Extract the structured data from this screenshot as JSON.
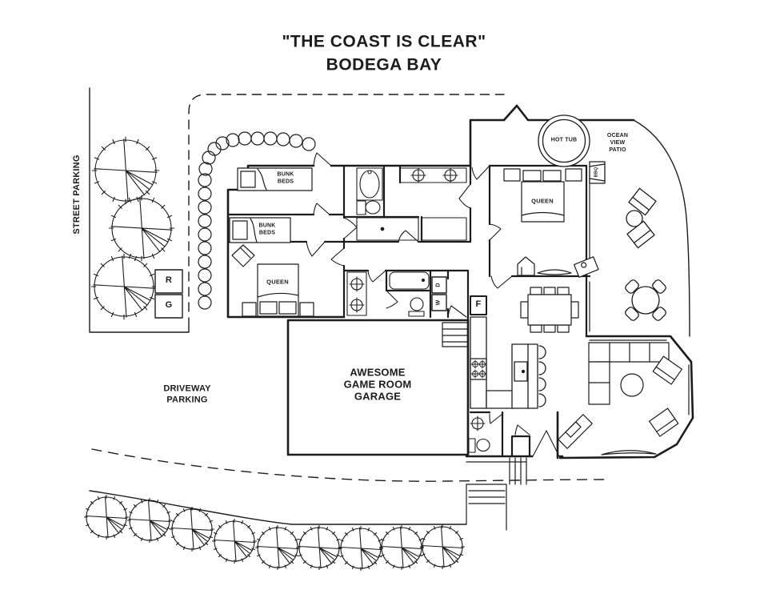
{
  "colors": {
    "ink": "#1c1c1c",
    "paper": "#ffffff"
  },
  "title": "\"THE COAST IS CLEAR\"\nBODEGA BAY",
  "site": {
    "street_parking": "STREET PARKING",
    "driveway_parking": "DRIVEWAY\nPARKING",
    "marker_r": "R",
    "marker_g": "G"
  },
  "rooms": {
    "bunk_room_1_bed": "BUNK\nBEDS",
    "bunk_room_2_bed": "BUNK\nBEDS",
    "bedroom_queen": "QUEEN",
    "master_queen": "QUEEN",
    "game_room": "AWESOME\nGAME ROOM\nGARAGE"
  },
  "outdoor": {
    "hot_tub": "HOT TUB",
    "patio": "OCEAN\nVIEW\nPATIO",
    "bbq": "BBQ"
  },
  "appliances": {
    "fridge": "F",
    "dryer": "D",
    "washer": "W"
  }
}
